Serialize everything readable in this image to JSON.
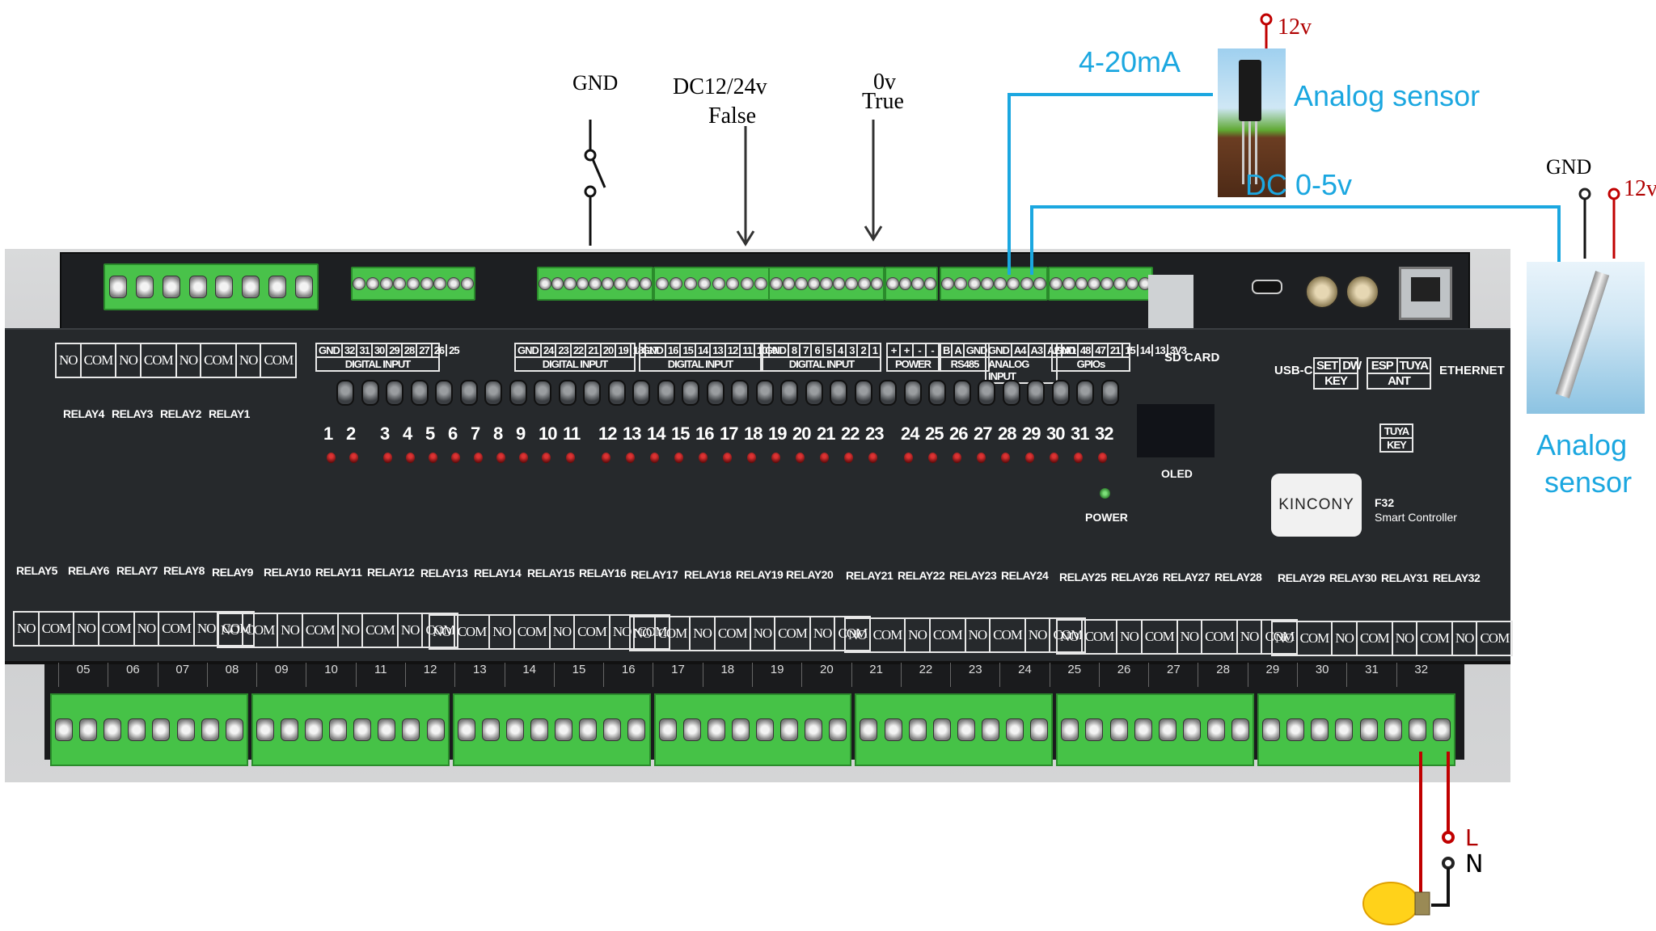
{
  "diagram": {
    "title": "KinCony F32 Smart Controller wiring diagram",
    "digital_input_demo": {
      "switch_label": "GND",
      "false_label_line1": "DC12/24v",
      "false_label_line2": "False",
      "true_label_line1": "0v",
      "true_label_line2": "True"
    },
    "sensor_1": {
      "signal_label": "4-20mA",
      "power_label": "12v",
      "name": "Analog sensor"
    },
    "sensor_2": {
      "signal_label": "DC 0-5v",
      "gnd_label": "GND",
      "power_label": "12v",
      "name_line1": "Analog",
      "name_line2": "sensor"
    },
    "load": {
      "live_label": "L",
      "neutral_label": "N",
      "device": "light-bulb"
    },
    "colors": {
      "signal_wire": "#1ba7e0",
      "power_wire": "#c00000",
      "ground_wire": "#111111",
      "terminal_green": "#46c247",
      "case": "#26292c"
    }
  },
  "device": {
    "brand": "KINCONY",
    "model": "F32",
    "subtitle": "Smart Controller",
    "oled_label": "OLED",
    "power_led_label": "POWER",
    "sd_card_label": "SD CARD",
    "usbc_label": "USB-C",
    "ethernet_label": "ETHERNET",
    "key_box": {
      "cells": [
        "SET",
        "DW"
      ],
      "caption": "KEY"
    },
    "ant_box": {
      "cells": [
        "ESP",
        "TUYA"
      ],
      "caption": "ANT"
    },
    "tuya_key": {
      "line1": "TUYA",
      "line2": "KEY"
    },
    "top_relays": {
      "cells": [
        "NO",
        "COM",
        "NO",
        "COM",
        "NO",
        "COM",
        "NO",
        "COM"
      ],
      "labels": [
        "RELAY4",
        "RELAY3",
        "RELAY2",
        "RELAY1"
      ]
    },
    "input_groups": [
      {
        "pins": [
          "GND",
          "32",
          "31",
          "30",
          "29",
          "28",
          "27",
          "26",
          "25"
        ],
        "caption": "DIGITAL INPUT"
      },
      {
        "pins": [
          "GND",
          "24",
          "23",
          "22",
          "21",
          "20",
          "19",
          "18",
          "17"
        ],
        "caption": "DIGITAL INPUT"
      },
      {
        "pins": [
          "GND",
          "16",
          "15",
          "14",
          "13",
          "12",
          "11",
          "10",
          "9"
        ],
        "caption": "DIGITAL INPUT"
      },
      {
        "pins": [
          "GND",
          "8",
          "7",
          "6",
          "5",
          "4",
          "3",
          "2",
          "1"
        ],
        "caption": "DIGITAL INPUT"
      },
      {
        "pins": [
          "+",
          "+",
          "-",
          "-"
        ],
        "caption": "POWER"
      },
      {
        "pins": [
          "B",
          "A",
          "GND"
        ],
        "caption": "RS485"
      },
      {
        "pins": [
          "GND",
          "A4",
          "A3",
          "A2",
          "A1"
        ],
        "caption": "ANALOG INPUT"
      },
      {
        "pins": [
          "GND",
          "48",
          "47",
          "21",
          "15",
          "14",
          "13",
          "3V3"
        ],
        "caption": "GPIOs"
      }
    ],
    "input_led_numbers": [
      "1",
      "2",
      "3",
      "4",
      "5",
      "6",
      "7",
      "8",
      "9",
      "10",
      "11",
      "12",
      "13",
      "14",
      "15",
      "16",
      "17",
      "18",
      "19",
      "20",
      "21",
      "22",
      "23",
      "24",
      "25",
      "26",
      "27",
      "28",
      "29",
      "30",
      "31",
      "32"
    ],
    "bottom_relay_labels": [
      "RELAY5",
      "RELAY6",
      "RELAY7",
      "RELAY8",
      "RELAY9",
      "RELAY10",
      "RELAY11",
      "RELAY12",
      "RELAY13",
      "RELAY14",
      "RELAY15",
      "RELAY16",
      "RELAY17",
      "RELAY18",
      "RELAY19",
      "RELAY20",
      "RELAY21",
      "RELAY22",
      "RELAY23",
      "RELAY24",
      "RELAY25",
      "RELAY26",
      "RELAY27",
      "RELAY28",
      "RELAY29",
      "RELAY30",
      "RELAY31",
      "RELAY32"
    ],
    "relay_cell_no": "NO",
    "relay_cell_com": "COM",
    "terminal_numbers": [
      "05",
      "06",
      "07",
      "08",
      "09",
      "10",
      "11",
      "12",
      "13",
      "14",
      "15",
      "16",
      "17",
      "18",
      "19",
      "20",
      "21",
      "22",
      "23",
      "24",
      "25",
      "26",
      "27",
      "28",
      "29",
      "30",
      "31",
      "32"
    ]
  }
}
